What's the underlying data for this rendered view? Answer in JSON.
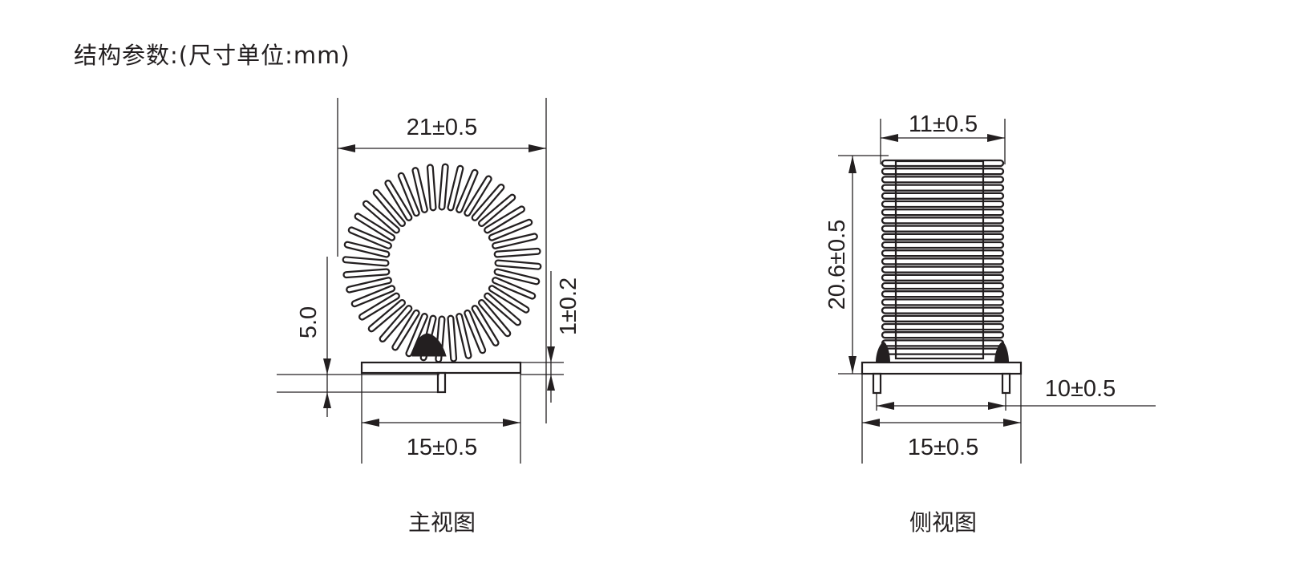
{
  "title": "结构参数:(尺寸单位:mm)",
  "front_view": {
    "caption": "主视图",
    "dim_outer_diameter": "21±0.5",
    "dim_base_width": "15±0.5",
    "dim_height_offset": "5.0",
    "dim_base_thickness": "1±0.2"
  },
  "side_view": {
    "caption": "侧视图",
    "dim_coil_width": "11±0.5",
    "dim_height": "20.6±0.5",
    "dim_pin_spacing": "10±0.5",
    "dim_base_width": "15±0.5"
  }
}
